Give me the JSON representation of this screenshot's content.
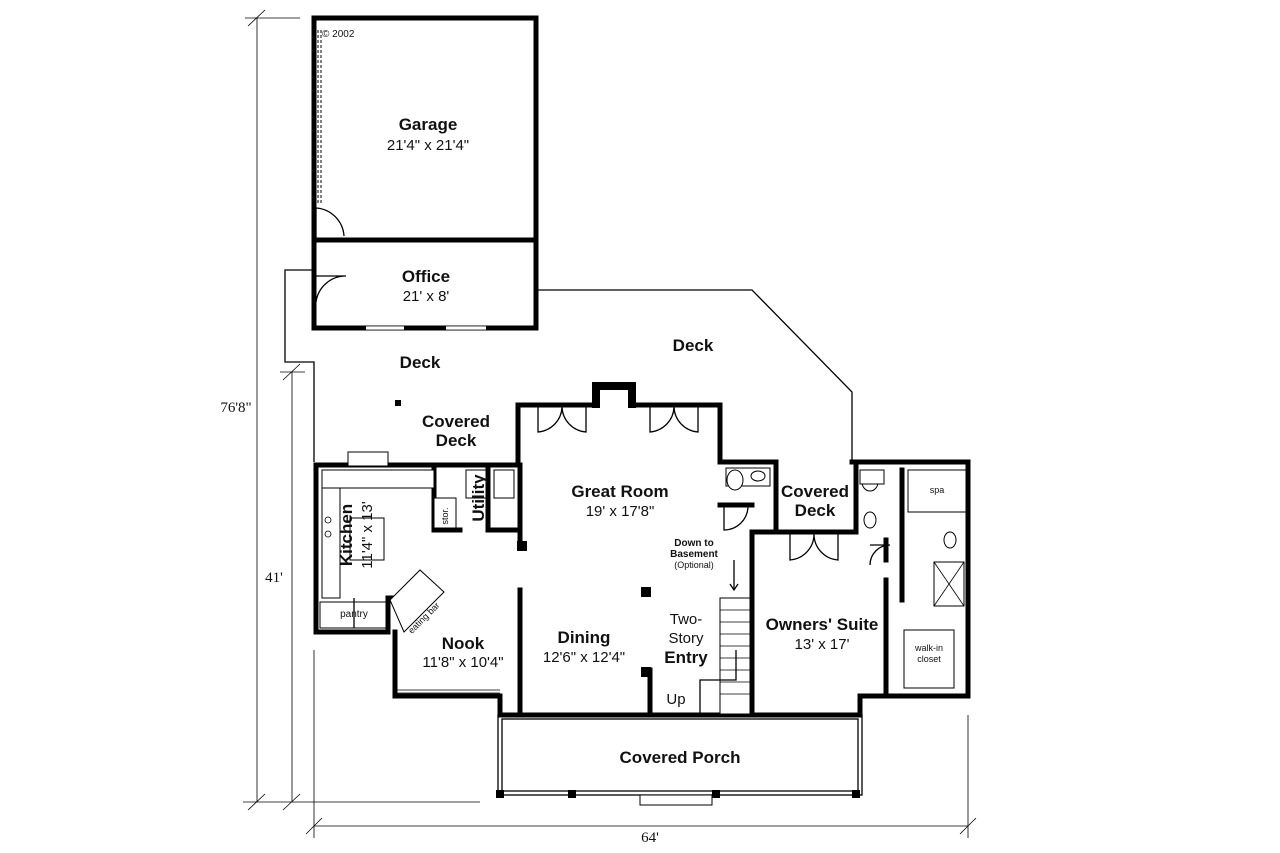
{
  "copyright": "© 2002",
  "rooms": {
    "garage": {
      "name": "Garage",
      "size": "21'4\" x 21'4\""
    },
    "office": {
      "name": "Office",
      "size": "21' x 8'"
    },
    "deck_left": {
      "name": "Deck"
    },
    "deck_right": {
      "name": "Deck"
    },
    "covered_deck_left": {
      "line1": "Covered",
      "line2": "Deck"
    },
    "covered_deck_right": {
      "line1": "Covered",
      "line2": "Deck"
    },
    "great_room": {
      "name": "Great Room",
      "size": "19' x 17'8\""
    },
    "kitchen": {
      "name": "Kitchen",
      "size": "11'4\" x 13'"
    },
    "utility": {
      "name": "Utility"
    },
    "stor": {
      "name": "stor."
    },
    "pantry": {
      "name": "pantry"
    },
    "eating_bar": {
      "name": "eating bar"
    },
    "nook": {
      "name": "Nook",
      "size": "11'8\" x 10'4\""
    },
    "dining": {
      "name": "Dining",
      "size": "12'6\" x 12'4\""
    },
    "entry": {
      "line1": "Two-",
      "line2": "Story",
      "line3": "Entry"
    },
    "basement": {
      "line1": "Down to",
      "line2": "Basement",
      "line3": "(Optional)"
    },
    "up": {
      "name": "Up"
    },
    "owners_suite": {
      "name": "Owners' Suite",
      "size": "13' x 17'"
    },
    "spa": {
      "name": "spa"
    },
    "walk_in_closet": {
      "line1": "walk-in",
      "line2": "closet"
    },
    "covered_porch": {
      "name": "Covered Porch"
    }
  },
  "dimensions": {
    "overall_depth": "76'8\"",
    "house_depth": "41'",
    "overall_width": "64'"
  },
  "colors": {
    "line": "#000000",
    "background": "#ffffff"
  }
}
